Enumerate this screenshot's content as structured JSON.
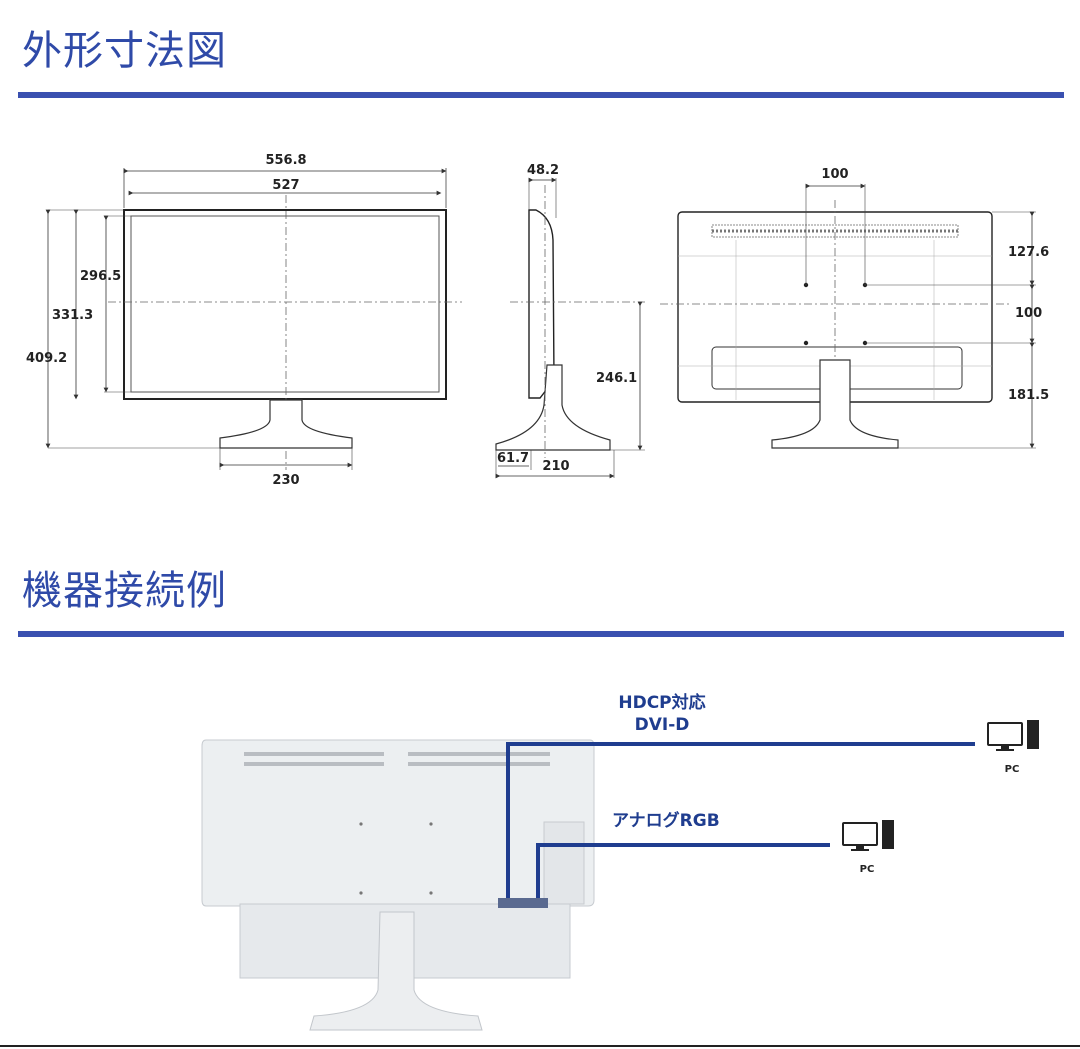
{
  "sections": {
    "dimensions_title": "外形寸法図",
    "connection_title": "機器接続例"
  },
  "colors": {
    "accent": "#3a50b0",
    "cable": "#1f3d8f"
  },
  "front_view": {
    "overall_width": "556.8",
    "screen_width": "527",
    "screen_height": "296.5",
    "panel_height": "331.3",
    "overall_height": "409.2",
    "stand_width": "230"
  },
  "side_view": {
    "depth_top": "48.2",
    "height_to_center": "246.1",
    "base_offset": "61.7",
    "base_depth": "210"
  },
  "rear_view": {
    "vesa_width": "100",
    "top_to_vesa": "127.6",
    "vesa_height": "100",
    "vesa_to_bottom": "181.5"
  },
  "connection": {
    "dvi_label_line1": "HDCP対応",
    "dvi_label_line2": "DVI-D",
    "analog_label": "アナログRGB",
    "pc_label_1": "PC",
    "pc_label_2": "PC",
    "icons": [
      "pc-monitor-icon",
      "pc-tower-icon"
    ]
  }
}
